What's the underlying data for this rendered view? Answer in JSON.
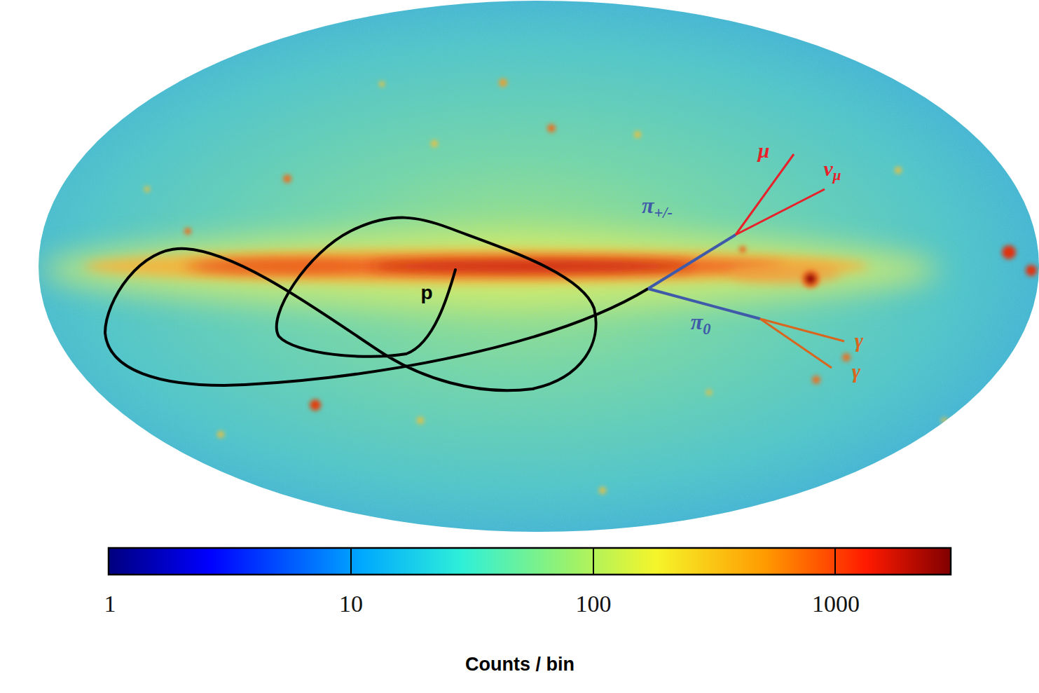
{
  "diagram": {
    "labels": [
      "μ",
      "π+/-",
      "νμ",
      "p",
      "π0",
      "γ",
      "γ",
      "1",
      "10",
      "100",
      "1000",
      "Counts / bin"
    ]
  }
}
